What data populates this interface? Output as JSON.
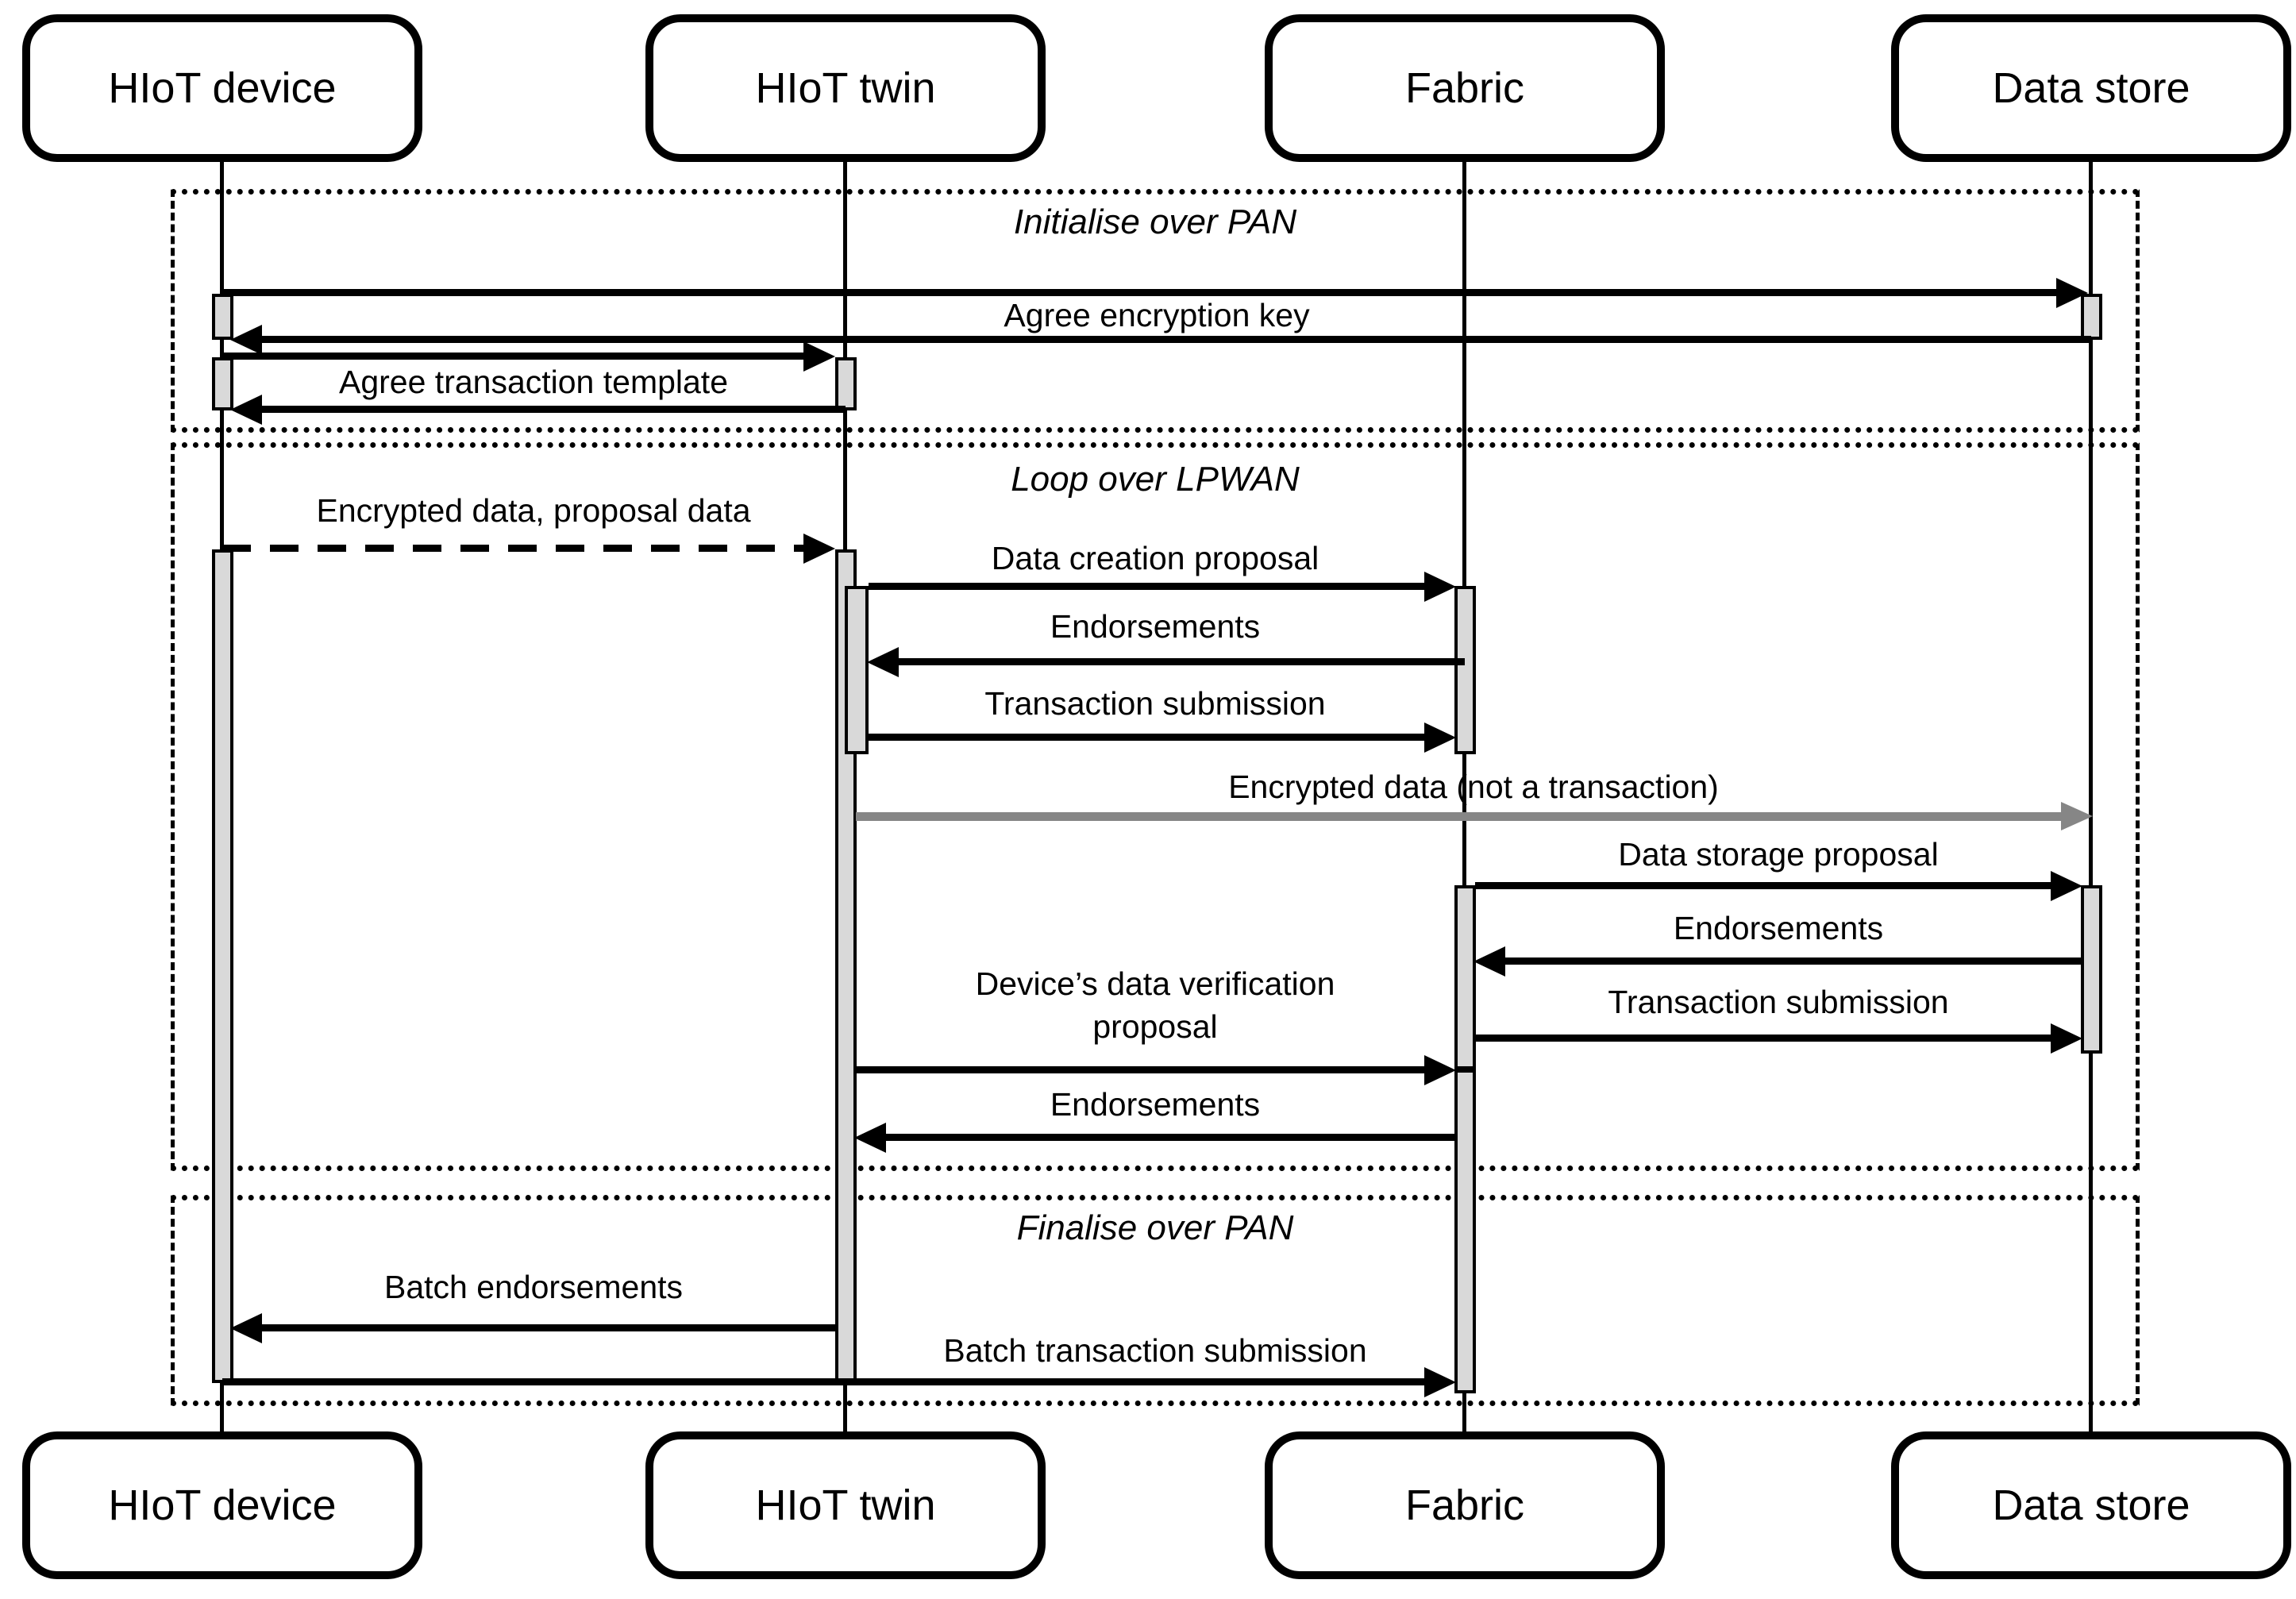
{
  "diagram": {
    "type": "uml-sequence-diagram",
    "actors": [
      {
        "id": "hiot-device",
        "name": "HIoT device"
      },
      {
        "id": "hiot-twin",
        "name": "HIoT twin"
      },
      {
        "id": "fabric",
        "name": "Fabric"
      },
      {
        "id": "data-store",
        "name": "Data store"
      }
    ],
    "frames": [
      {
        "id": "initialise",
        "label": "Initialise over PAN"
      },
      {
        "id": "loop",
        "label": "Loop over LPWAN"
      },
      {
        "id": "finalise",
        "label": "Finalise over PAN"
      }
    ],
    "messages": [
      {
        "label": "Agree encryption key",
        "from": "HIoT device",
        "to": "Data store",
        "pattern": "request-response",
        "line": "solid",
        "frame": "Initialise over PAN"
      },
      {
        "label": "Agree transaction template",
        "from": "HIoT device",
        "to": "HIoT twin",
        "pattern": "request-response",
        "line": "solid",
        "frame": "Initialise over PAN"
      },
      {
        "label": "Encrypted data, proposal data",
        "from": "HIoT device",
        "to": "HIoT twin",
        "pattern": "one-way",
        "line": "dashed",
        "frame": "Loop over LPWAN"
      },
      {
        "label": "Data creation proposal",
        "from": "HIoT twin",
        "to": "Fabric",
        "pattern": "one-way",
        "line": "solid",
        "frame": "Loop over LPWAN"
      },
      {
        "label": "Endorsements",
        "from": "Fabric",
        "to": "HIoT twin",
        "pattern": "one-way",
        "line": "solid",
        "frame": "Loop over LPWAN"
      },
      {
        "label": "Transaction submission",
        "from": "HIoT twin",
        "to": "Fabric",
        "pattern": "one-way",
        "line": "solid",
        "frame": "Loop over LPWAN"
      },
      {
        "label": "Encrypted data (not a transaction)",
        "from": "HIoT twin",
        "to": "Data store",
        "pattern": "one-way",
        "line": "solid-gray",
        "frame": "Loop over LPWAN"
      },
      {
        "label": "Data storage proposal",
        "from": "Fabric",
        "to": "Data store",
        "pattern": "one-way",
        "line": "solid",
        "frame": "Loop over LPWAN"
      },
      {
        "label": "Endorsements",
        "from": "Data store",
        "to": "Fabric",
        "pattern": "one-way",
        "line": "solid",
        "frame": "Loop over LPWAN"
      },
      {
        "label": "Transaction submission",
        "from": "Fabric",
        "to": "Data store",
        "pattern": "one-way",
        "line": "solid",
        "frame": "Loop over LPWAN"
      },
      {
        "label": "Device’s data verification\nproposal",
        "from": "HIoT twin",
        "to": "Fabric",
        "pattern": "one-way",
        "line": "solid",
        "frame": "Loop over LPWAN"
      },
      {
        "label": "Endorsements",
        "from": "Fabric",
        "to": "HIoT twin",
        "pattern": "one-way",
        "line": "solid",
        "frame": "Loop over LPWAN"
      },
      {
        "label": "Batch endorsements",
        "from": "HIoT twin",
        "to": "HIoT device",
        "pattern": "one-way",
        "line": "solid",
        "frame": "Finalise over PAN"
      },
      {
        "label": "Batch transaction submission",
        "from": "HIoT device",
        "to": "Fabric",
        "pattern": "one-way",
        "line": "solid",
        "frame": "Finalise over PAN"
      }
    ],
    "colors": {
      "line_black": "#000000",
      "gray_arrow": "#868686",
      "activation_fill": "#d9d9d9",
      "background": "#ffffff"
    }
  }
}
